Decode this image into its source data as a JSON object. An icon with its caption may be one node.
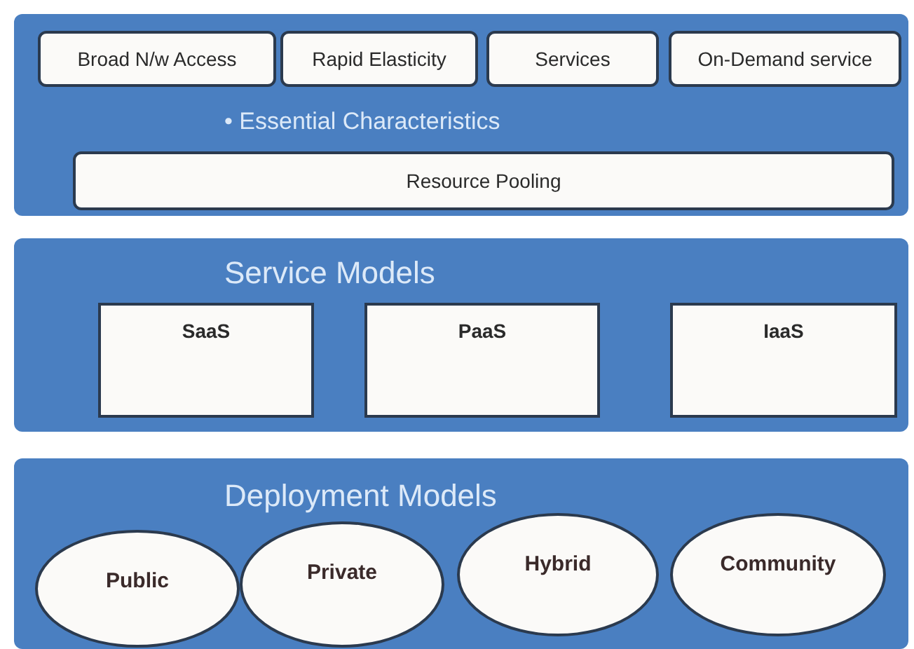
{
  "diagram": {
    "nodes": [
      {
        "text": [
          "• Essential Characteristics"
        ]
      },
      {
        "text": [
          "Broad N/w Access"
        ],
        "in": 0
      },
      {
        "text": [
          "Rapid Elasticity"
        ],
        "in": 0
      },
      {
        "text": [
          "Services"
        ],
        "in": 0
      },
      {
        "text": [
          "On-Demand service"
        ],
        "in": 0
      },
      {
        "text": [
          "Resource Pooling"
        ],
        "in": 0
      },
      {
        "text": [
          "Service Models"
        ]
      },
      {
        "text": [
          "SaaS"
        ],
        "in": 6
      },
      {
        "text": [
          "PaaS"
        ],
        "in": 6
      },
      {
        "text": [
          "IaaS"
        ],
        "in": 6
      },
      {
        "text": [
          "Deployment Models"
        ]
      },
      {
        "text": [
          "Public"
        ],
        "in": 10
      },
      {
        "text": [
          "Private"
        ],
        "in": 10
      },
      {
        "text": [
          "Hybrid"
        ],
        "in": 10
      },
      {
        "text": [
          "Community"
        ],
        "in": 10
      }
    ]
  }
}
